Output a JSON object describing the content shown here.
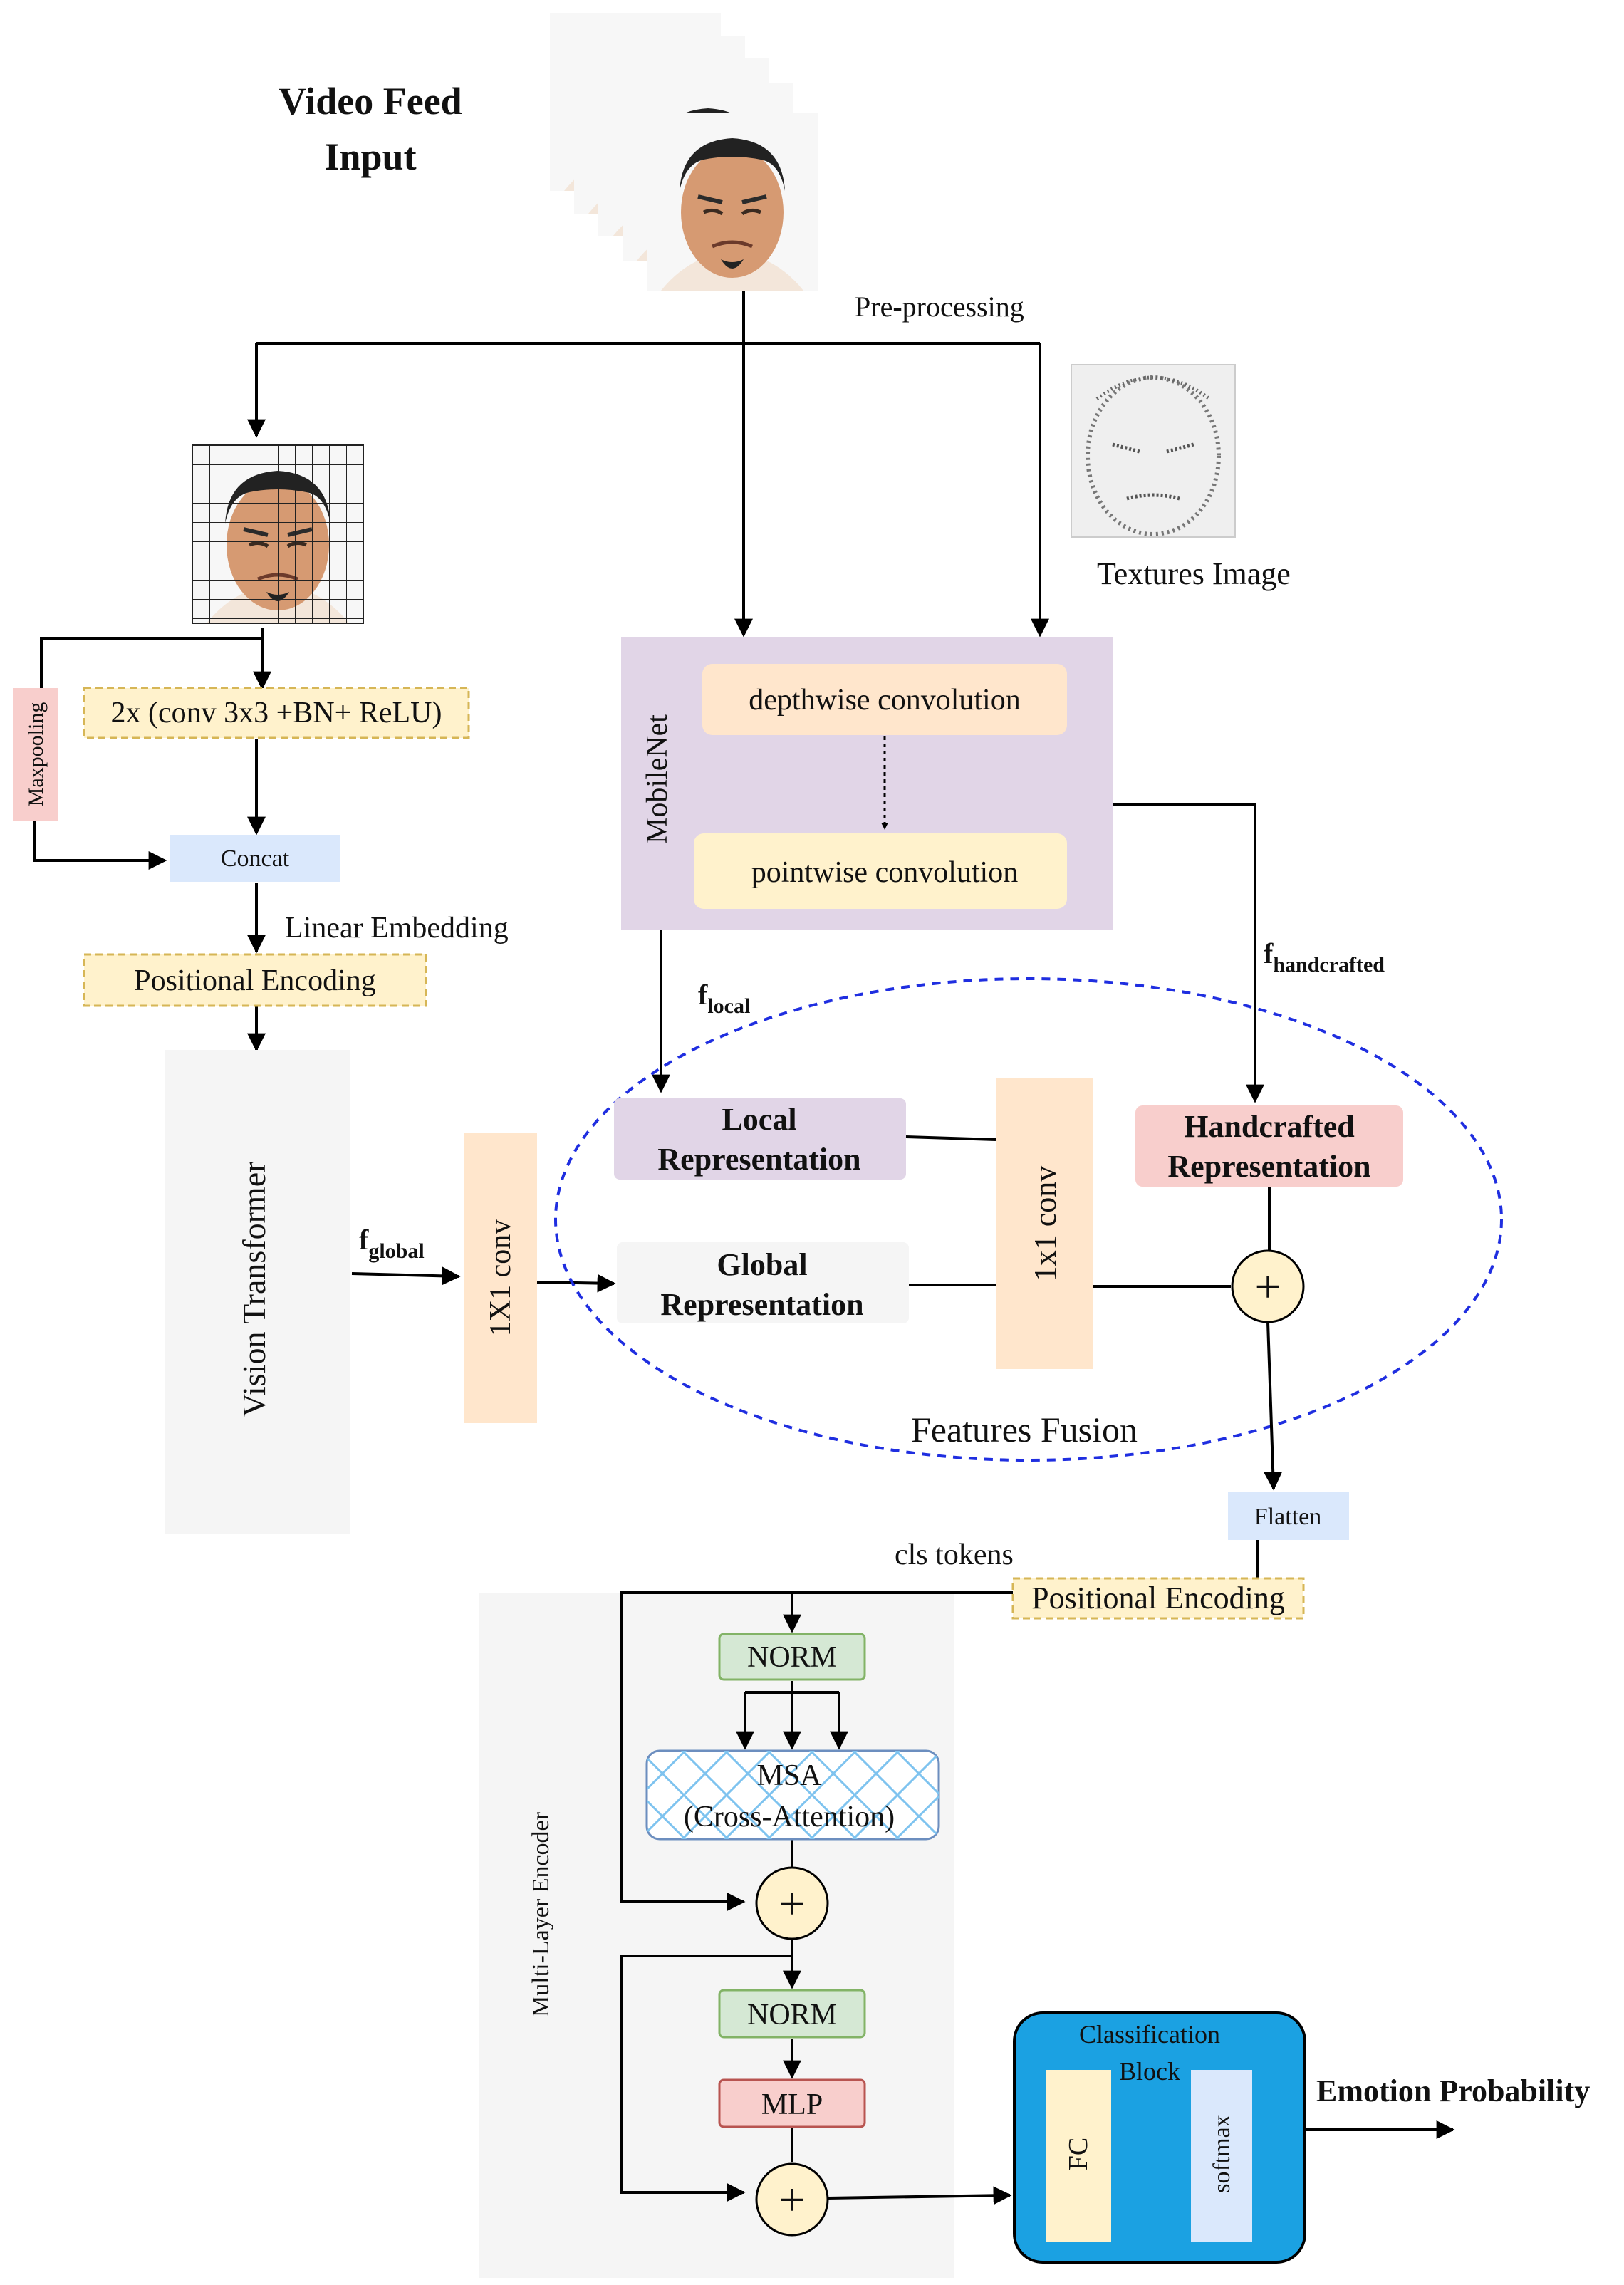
{
  "title_line1": "Video Feed",
  "title_line2": "Input",
  "preprocessing": "Pre-processing",
  "textures_label": "Textures Image",
  "conv_block": "2x (conv 3x3 +BN+ ReLU)",
  "maxpooling": "Maxpooling",
  "concat": "Concat",
  "linear_embedding": "Linear Embedding",
  "positional_encoding": "Positional Encoding",
  "vision_transformer": "Vision Transformer",
  "f_global": {
    "base": "f",
    "sub": "global"
  },
  "conv_1x1_left": "1X1 conv",
  "mobilenet": "MobileNet",
  "depthwise": "depthwise convolution",
  "pointwise": "pointwise convolution",
  "f_local": {
    "base": "f",
    "sub": "local"
  },
  "f_handcrafted": {
    "base": "f",
    "sub": "handcrafted"
  },
  "local_rep": [
    "Local",
    "Representation"
  ],
  "global_rep": [
    "Global",
    "Representation"
  ],
  "handcrafted_rep": [
    "Handcrafted",
    "Representation"
  ],
  "conv_1x1_mid": "1x1 conv",
  "features_fusion": "Features Fusion",
  "plus": "+",
  "flatten": "Flatten",
  "cls_tokens": "cls tokens",
  "positional_encoding_2": "Positional Encoding",
  "multi_layer_encoder": "Multi-Layer Encoder",
  "norm": "NORM",
  "msa": [
    "MSA",
    "(Cross-Attention)"
  ],
  "mlp": "MLP",
  "classification_block": [
    "Classification",
    "Block"
  ],
  "fc": "FC",
  "softmax": "softmax",
  "emotion_probability": "Emotion Probability",
  "colors": {
    "orange_fill": "#ffe6cc",
    "yellow_fill": "#fff2cc",
    "yellow_stroke": "#d6b656",
    "purple_fill": "#e1d5e7",
    "blue_light": "#dae8fc",
    "red_light": "#f8cecc",
    "green_fill": "#d5e8d4",
    "green_stroke": "#82b366",
    "gray_panel": "#f5f5f5",
    "plus_fill": "#fff2cc",
    "class_block": "#1ba1e2",
    "dashed_blue": "#1f2ee0"
  }
}
